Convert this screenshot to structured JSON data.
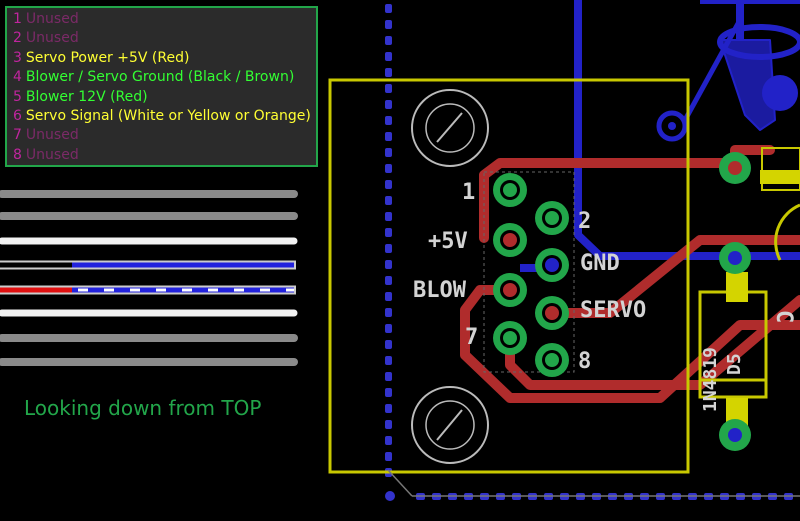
{
  "legend": {
    "rows": [
      {
        "num": "1",
        "text": "Unused",
        "num_color": "#c0259e",
        "text_color": "#7b2a67"
      },
      {
        "num": "2",
        "text": "Unused",
        "num_color": "#c0259e",
        "text_color": "#7b2a67"
      },
      {
        "num": "3",
        "text": "Servo Power +5V (Red)",
        "num_color": "#c0259e",
        "text_color": "#ffff33"
      },
      {
        "num": "4",
        "text": "Blower / Servo Ground (Black / Brown)",
        "num_color": "#c0259e",
        "text_color": "#33ff33"
      },
      {
        "num": "5",
        "text": "Blower 12V (Red)",
        "num_color": "#c0259e",
        "text_color": "#33ff33"
      },
      {
        "num": "6",
        "text": "Servo Signal (White or Yellow or Orange)",
        "num_color": "#c0259e",
        "text_color": "#ffff33"
      },
      {
        "num": "7",
        "text": "Unused",
        "num_color": "#c0259e",
        "text_color": "#7b2a67"
      },
      {
        "num": "8",
        "text": "Unused",
        "num_color": "#c0259e",
        "text_color": "#7b2a67"
      }
    ]
  },
  "cable_wires": [
    {
      "style": "gray"
    },
    {
      "style": "gray"
    },
    {
      "style": "white"
    },
    {
      "style": "black-blue"
    },
    {
      "style": "red-dashed-blue"
    },
    {
      "style": "white"
    },
    {
      "style": "gray"
    },
    {
      "style": "gray"
    }
  ],
  "caption": "Looking down from TOP",
  "pin_labels": {
    "pin1": "1",
    "pin2": "2",
    "plus5v": "+5V",
    "gnd": "GND",
    "blow": "BLOW",
    "servo": "SERVO",
    "pin7": "7",
    "pin8": "8"
  },
  "component_labels": {
    "part": "1N4819",
    "ref": "D5",
    "cap": "C"
  },
  "colors": {
    "background": "#000000",
    "legend_bg": "#2b2b2b",
    "legend_border": "#22a64a",
    "silkscreen": "#c8c800",
    "pad": "#22a64a",
    "top_trace": "#b02c2c",
    "bottom_trace": "#2222c8",
    "via": "#3333cc",
    "label": "#d3d3d3",
    "caption": "#22a64a"
  }
}
